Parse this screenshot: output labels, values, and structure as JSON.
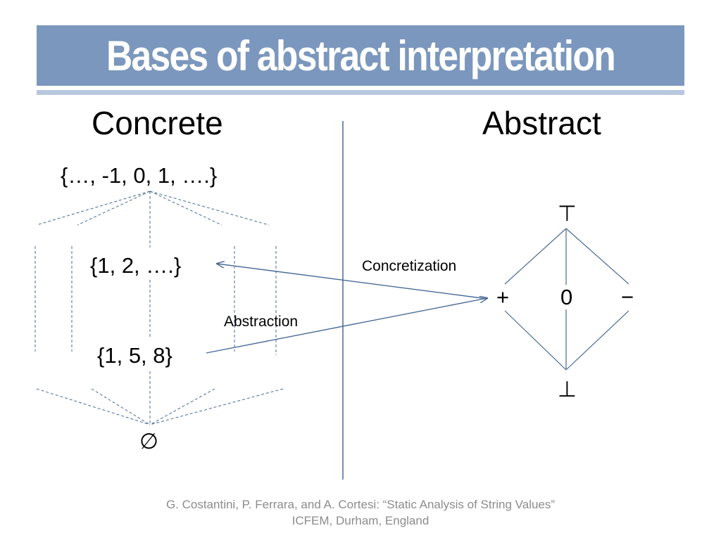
{
  "slide": {
    "title": "Bases of abstract interpretation"
  },
  "concrete": {
    "heading": "Concrete",
    "top_set": "{…, -1, 0, 1, ….}",
    "mid_set": "{1, 2, ….}",
    "low_set": "{1, 5, 8}",
    "empty_set": "∅"
  },
  "abstract": {
    "heading": "Abstract",
    "top": "⊤",
    "plus": "+",
    "zero": "0",
    "minus": "−",
    "bottom": "⊥"
  },
  "arrows": {
    "concretization_label": "Concretization",
    "abstraction_label": "Abstraction"
  },
  "footer": {
    "line1": "G. Costantini, P. Ferrara, and A. Cortesi: “Static Analysis of String Values”",
    "line2": "ICFEM, Durham, England"
  },
  "colors": {
    "title_bar": "#7b97bd",
    "title_underline": "#b7c8de",
    "lattice_lines": "#4a6a96",
    "footer_text": "#8c8c8c"
  }
}
